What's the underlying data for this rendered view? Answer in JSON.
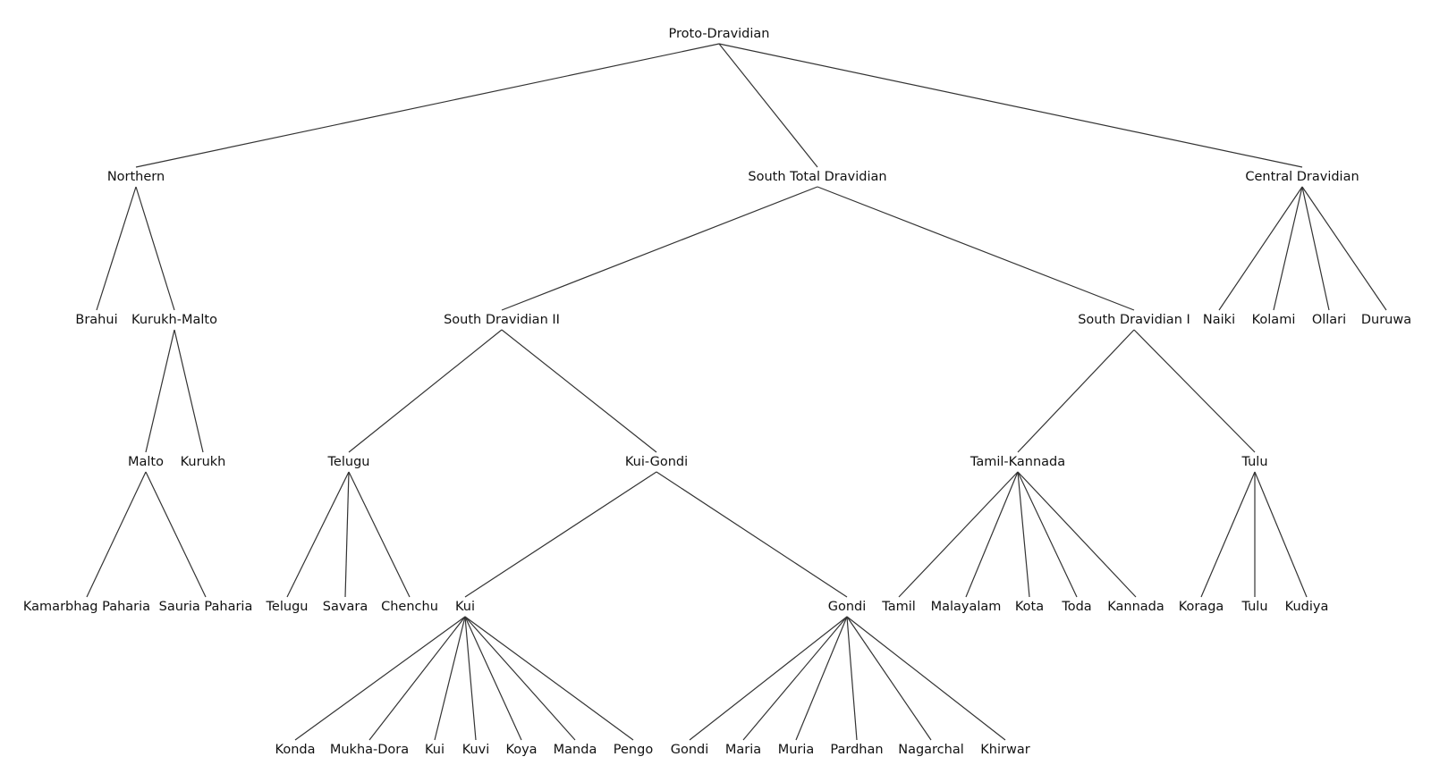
{
  "diagram": {
    "nodes": {
      "proto_dravidian": "Proto-Dravidian",
      "northern": "Northern",
      "south_total": "South Total Dravidian",
      "central": "Central Dravidian",
      "brahui": "Brahui",
      "kurukh_malto": "Kurukh-Malto",
      "south_ii": "South Dravidian II",
      "south_i": "South Dravidian I",
      "naiki": "Naiki",
      "kolami": "Kolami",
      "ollari": "Ollari",
      "duruwa": "Duruwa",
      "malto": "Malto",
      "kurukh": "Kurukh",
      "telugu_group": "Telugu",
      "kui_gondi": "Kui-Gondi",
      "tamil_kannada": "Tamil-Kannada",
      "tulu_group": "Tulu",
      "kamarbhag": "Kamarbhag Paharia",
      "sauria": "Sauria Paharia",
      "telugu": "Telugu",
      "savara": "Savara",
      "chenchu": "Chenchu",
      "kui_group": "Kui",
      "gondi_group": "Gondi",
      "tamil": "Tamil",
      "malayalam": "Malayalam",
      "kota": "Kota",
      "toda": "Toda",
      "kannada": "Kannada",
      "koraga": "Koraga",
      "tulu": "Tulu",
      "kudiya": "Kudiya",
      "konda": "Konda",
      "mukha_dora": "Mukha-Dora",
      "kui": "Kui",
      "kuvi": "Kuvi",
      "koya": "Koya",
      "manda": "Manda",
      "pengo": "Pengo",
      "gondi": "Gondi",
      "maria": "Maria",
      "muria": "Muria",
      "pardhan": "Pardhan",
      "nagarchal": "Nagarchal",
      "khirwar": "Khirwar"
    },
    "edges": [
      [
        "proto_dravidian",
        "northern"
      ],
      [
        "proto_dravidian",
        "south_total"
      ],
      [
        "proto_dravidian",
        "central"
      ],
      [
        "northern",
        "brahui"
      ],
      [
        "northern",
        "kurukh_malto"
      ],
      [
        "kurukh_malto",
        "malto"
      ],
      [
        "kurukh_malto",
        "kurukh"
      ],
      [
        "malto",
        "kamarbhag"
      ],
      [
        "malto",
        "sauria"
      ],
      [
        "south_total",
        "south_ii"
      ],
      [
        "south_total",
        "south_i"
      ],
      [
        "central",
        "naiki"
      ],
      [
        "central",
        "kolami"
      ],
      [
        "central",
        "ollari"
      ],
      [
        "central",
        "duruwa"
      ],
      [
        "south_ii",
        "telugu_group"
      ],
      [
        "south_ii",
        "kui_gondi"
      ],
      [
        "telugu_group",
        "telugu"
      ],
      [
        "telugu_group",
        "savara"
      ],
      [
        "telugu_group",
        "chenchu"
      ],
      [
        "kui_gondi",
        "kui_group"
      ],
      [
        "kui_gondi",
        "gondi_group"
      ],
      [
        "kui_group",
        "konda"
      ],
      [
        "kui_group",
        "mukha_dora"
      ],
      [
        "kui_group",
        "kui"
      ],
      [
        "kui_group",
        "kuvi"
      ],
      [
        "kui_group",
        "koya"
      ],
      [
        "kui_group",
        "manda"
      ],
      [
        "kui_group",
        "pengo"
      ],
      [
        "gondi_group",
        "gondi"
      ],
      [
        "gondi_group",
        "maria"
      ],
      [
        "gondi_group",
        "muria"
      ],
      [
        "gondi_group",
        "pardhan"
      ],
      [
        "gondi_group",
        "nagarchal"
      ],
      [
        "gondi_group",
        "khirwar"
      ],
      [
        "south_i",
        "tamil_kannada"
      ],
      [
        "south_i",
        "tulu_group"
      ],
      [
        "tamil_kannada",
        "tamil"
      ],
      [
        "tamil_kannada",
        "malayalam"
      ],
      [
        "tamil_kannada",
        "kota"
      ],
      [
        "tamil_kannada",
        "toda"
      ],
      [
        "tamil_kannada",
        "kannada"
      ],
      [
        "tulu_group",
        "koraga"
      ],
      [
        "tulu_group",
        "tulu"
      ],
      [
        "tulu_group",
        "kudiya"
      ]
    ]
  }
}
